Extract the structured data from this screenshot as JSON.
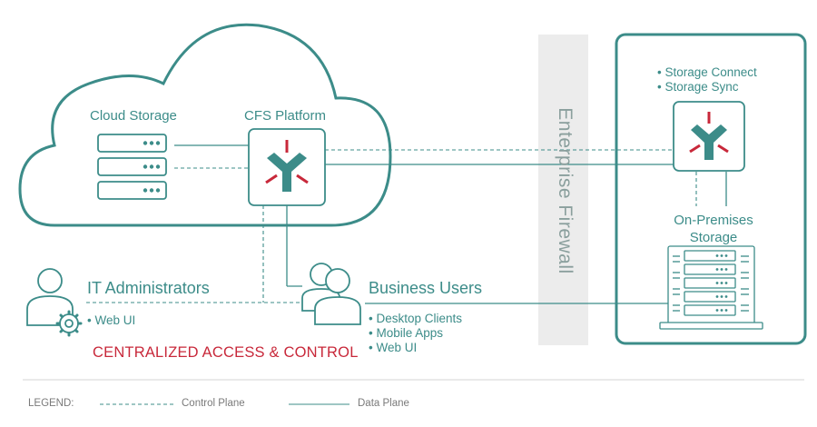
{
  "labels": {
    "cloud_storage": "Cloud Storage",
    "cfs_platform": "CFS Platform",
    "enterprise_firewall": "Enterprise Firewall",
    "on_premises": [
      "On-Premises",
      "Storage"
    ],
    "it_administrators": "IT Administrators",
    "business_users": "Business Users",
    "centralized": "CENTRALIZED ACCESS & CONTROL"
  },
  "bullets": {
    "storage_features": [
      "• Storage Connect",
      "• Storage Sync"
    ],
    "admin_features": [
      "• Web UI"
    ],
    "user_features": [
      "• Desktop Clients",
      "• Mobile Apps",
      "• Web UI"
    ]
  },
  "legend": {
    "title": "LEGEND:",
    "control_plane": "Control Plane",
    "data_plane": "Data Plane"
  },
  "colors": {
    "teal": "#3c8c89",
    "red": "#c8283a",
    "firewall": "#ececec",
    "firewall_text": "#8a9f9d",
    "legend_text": "#7a7a7a"
  },
  "icons": [
    "cloud-icon",
    "server-stack-icon",
    "logo-icon",
    "admin-gear-icon",
    "users-icon",
    "server-rack-icon"
  ]
}
